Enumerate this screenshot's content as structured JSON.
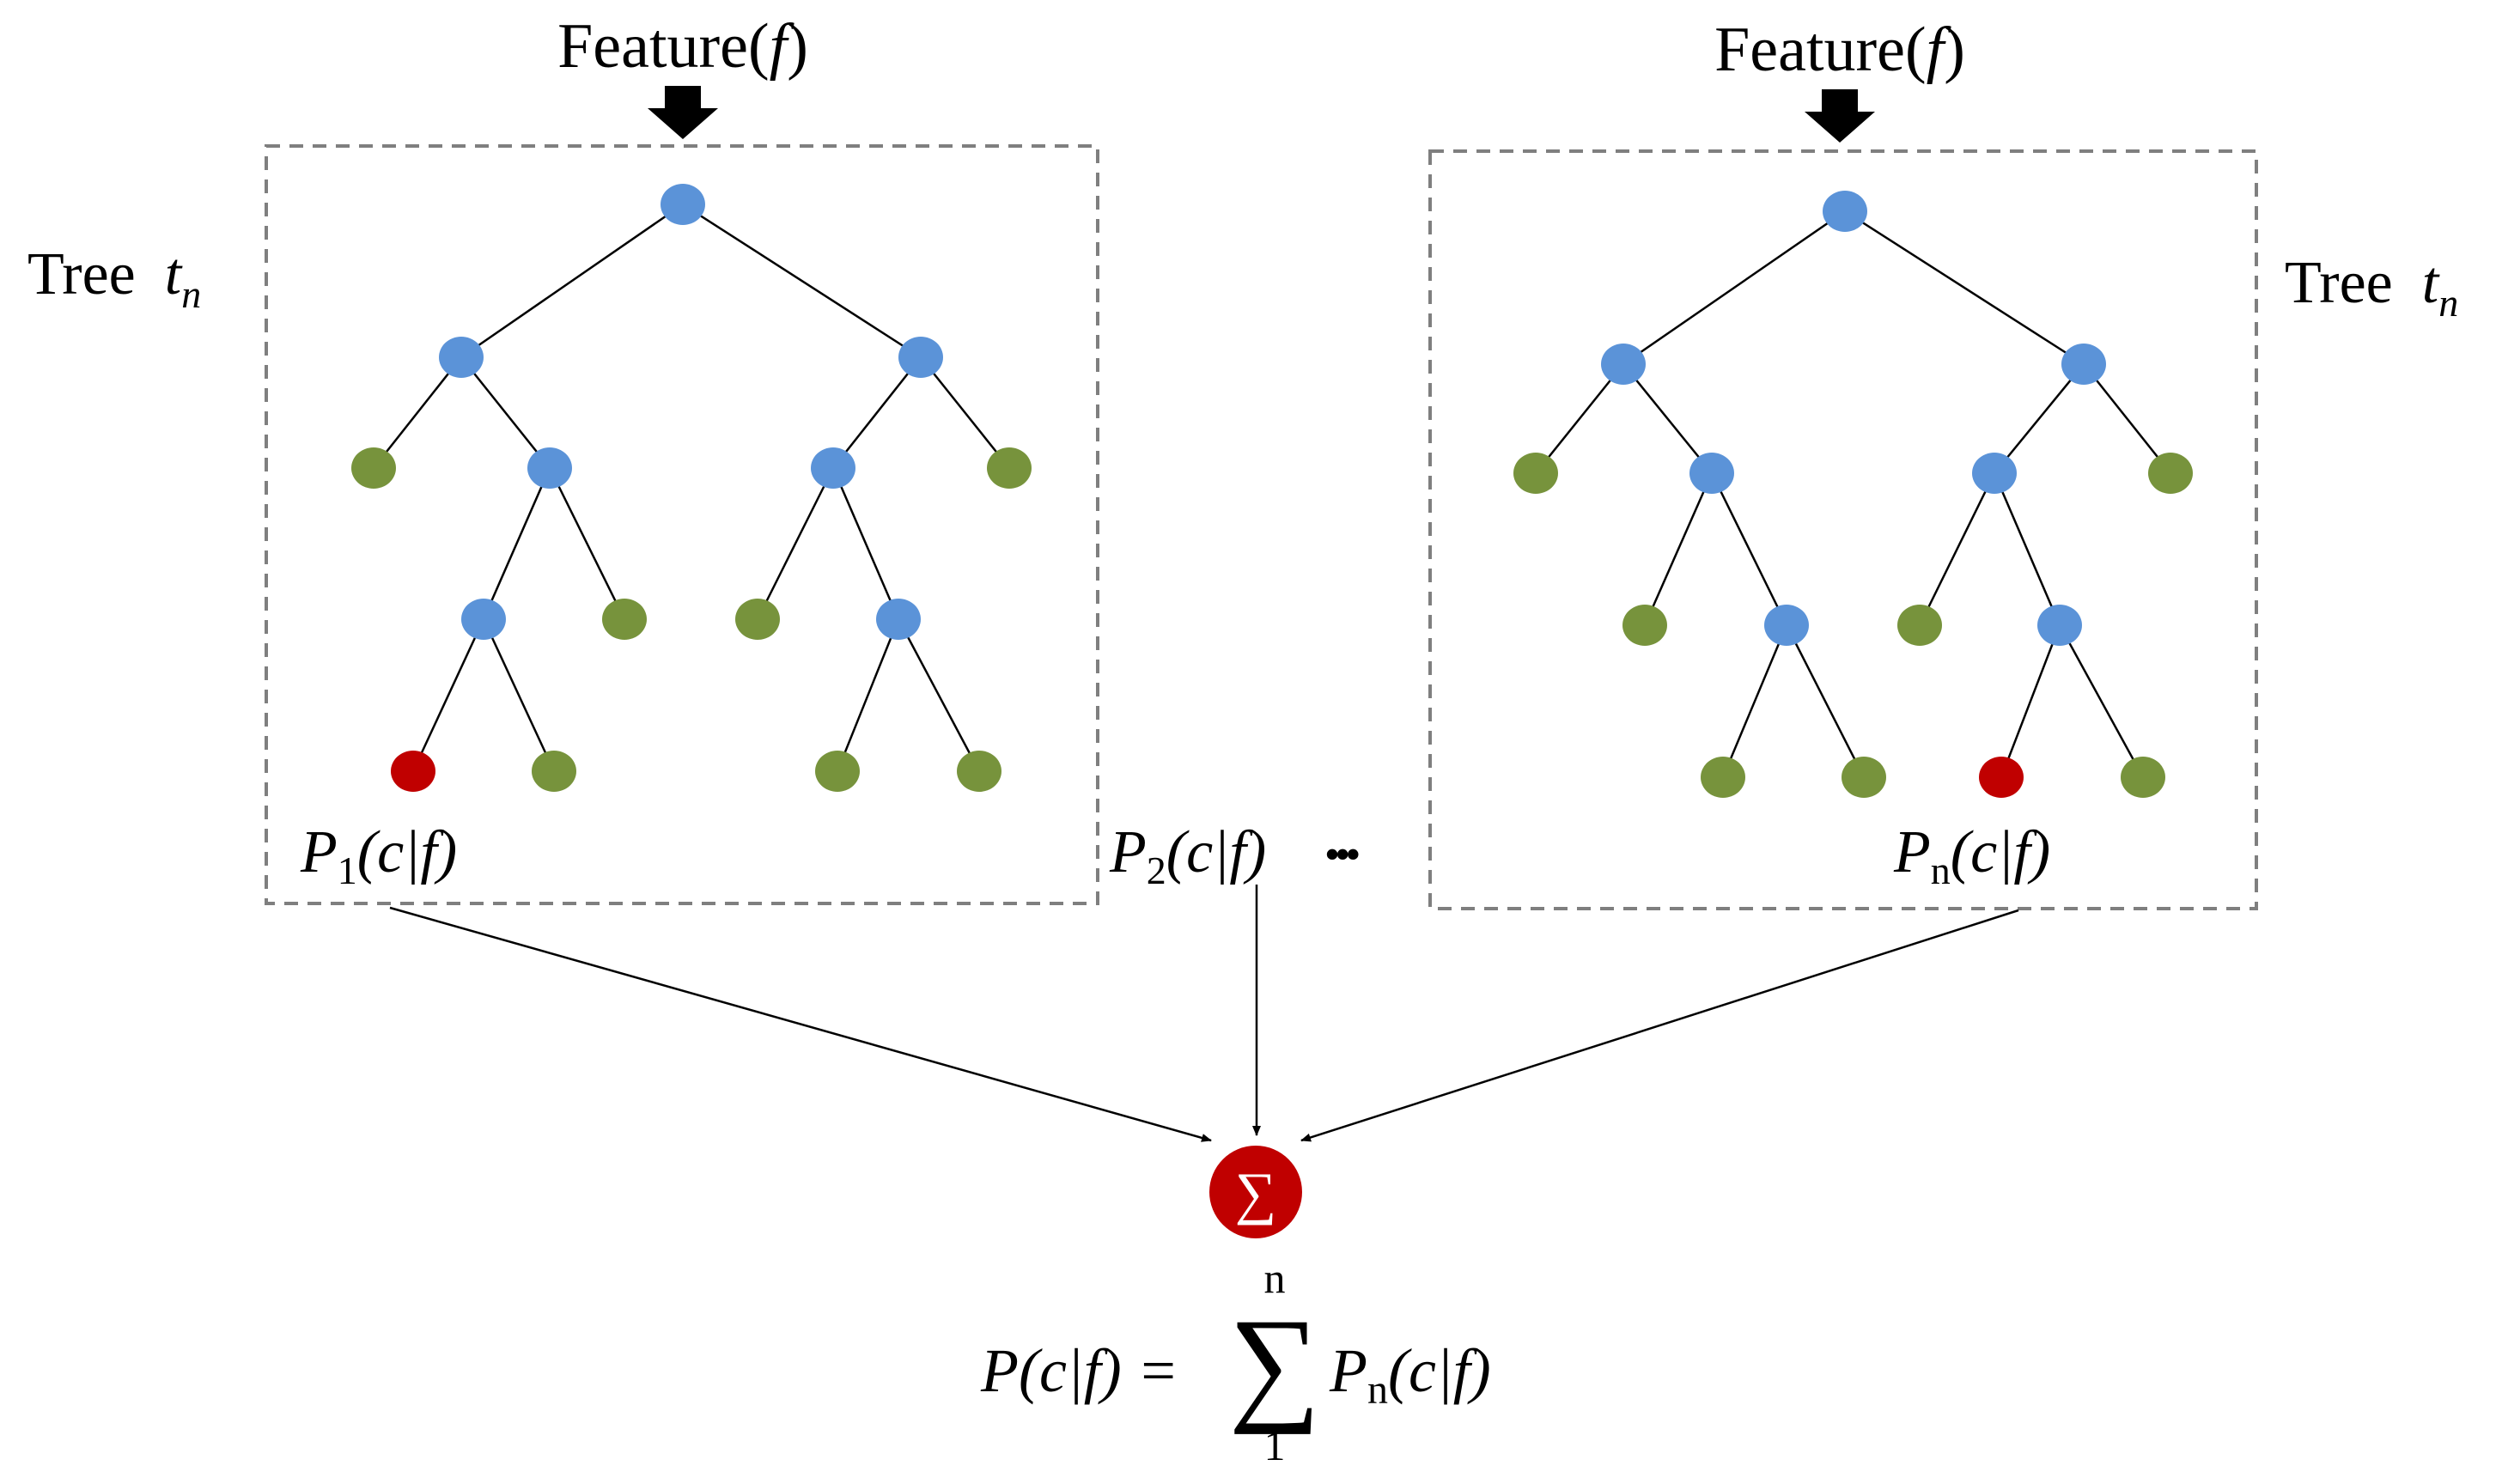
{
  "colors": {
    "internal_node": "#5b93d8",
    "leaf_node": "#77933c",
    "selected_leaf": "#c00000",
    "sum_node": "#c00000",
    "box_border": "#7f7f7f",
    "edge": "#000000"
  },
  "trees": [
    {
      "input_label": "Feature(f)",
      "input_text": "Feature(",
      "input_var": "f",
      "input_close": ")",
      "tree_label": "Tree",
      "tree_var": "t",
      "tree_sub": "n",
      "output_label": "P1(c|f)",
      "output_P": "P",
      "output_sub": "1",
      "output_rest": "(c|f)"
    },
    {
      "input_label": "Feature(f)",
      "input_text": "Feature(",
      "input_var": "f",
      "input_close": ")",
      "tree_label": "Tree",
      "tree_var": "t",
      "tree_sub": "n",
      "output_label": "Pn(c|f)",
      "output_P": "P",
      "output_sub": "n",
      "output_rest": "(c|f)"
    }
  ],
  "middle_output": {
    "label": "P2(c|f)",
    "P": "P",
    "sub": "2",
    "rest": "(c|f)"
  },
  "ellipsis": "•••",
  "sum_symbol": "∑",
  "formula": {
    "lhs": "P(c|f) =",
    "sigma": "∑",
    "upper": "n",
    "lower": "1",
    "term_P": "P",
    "term_sub": "n",
    "term_rest": "(c|f)"
  }
}
